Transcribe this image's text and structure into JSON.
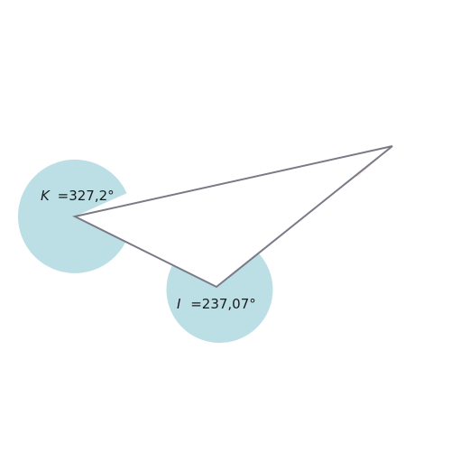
{
  "angles": {
    "k": {
      "vertex": "K",
      "value": "=327,2°"
    },
    "i": {
      "vertex": "I",
      "value": "=237,07°"
    }
  },
  "colors": {
    "background": "#ffffff",
    "reflex_angle_fill": "#bcdfe6",
    "acute_angle_fill": "#fde6e0",
    "triangle_fill": "#ffffff",
    "triangle_stroke": "#7a7a86"
  }
}
